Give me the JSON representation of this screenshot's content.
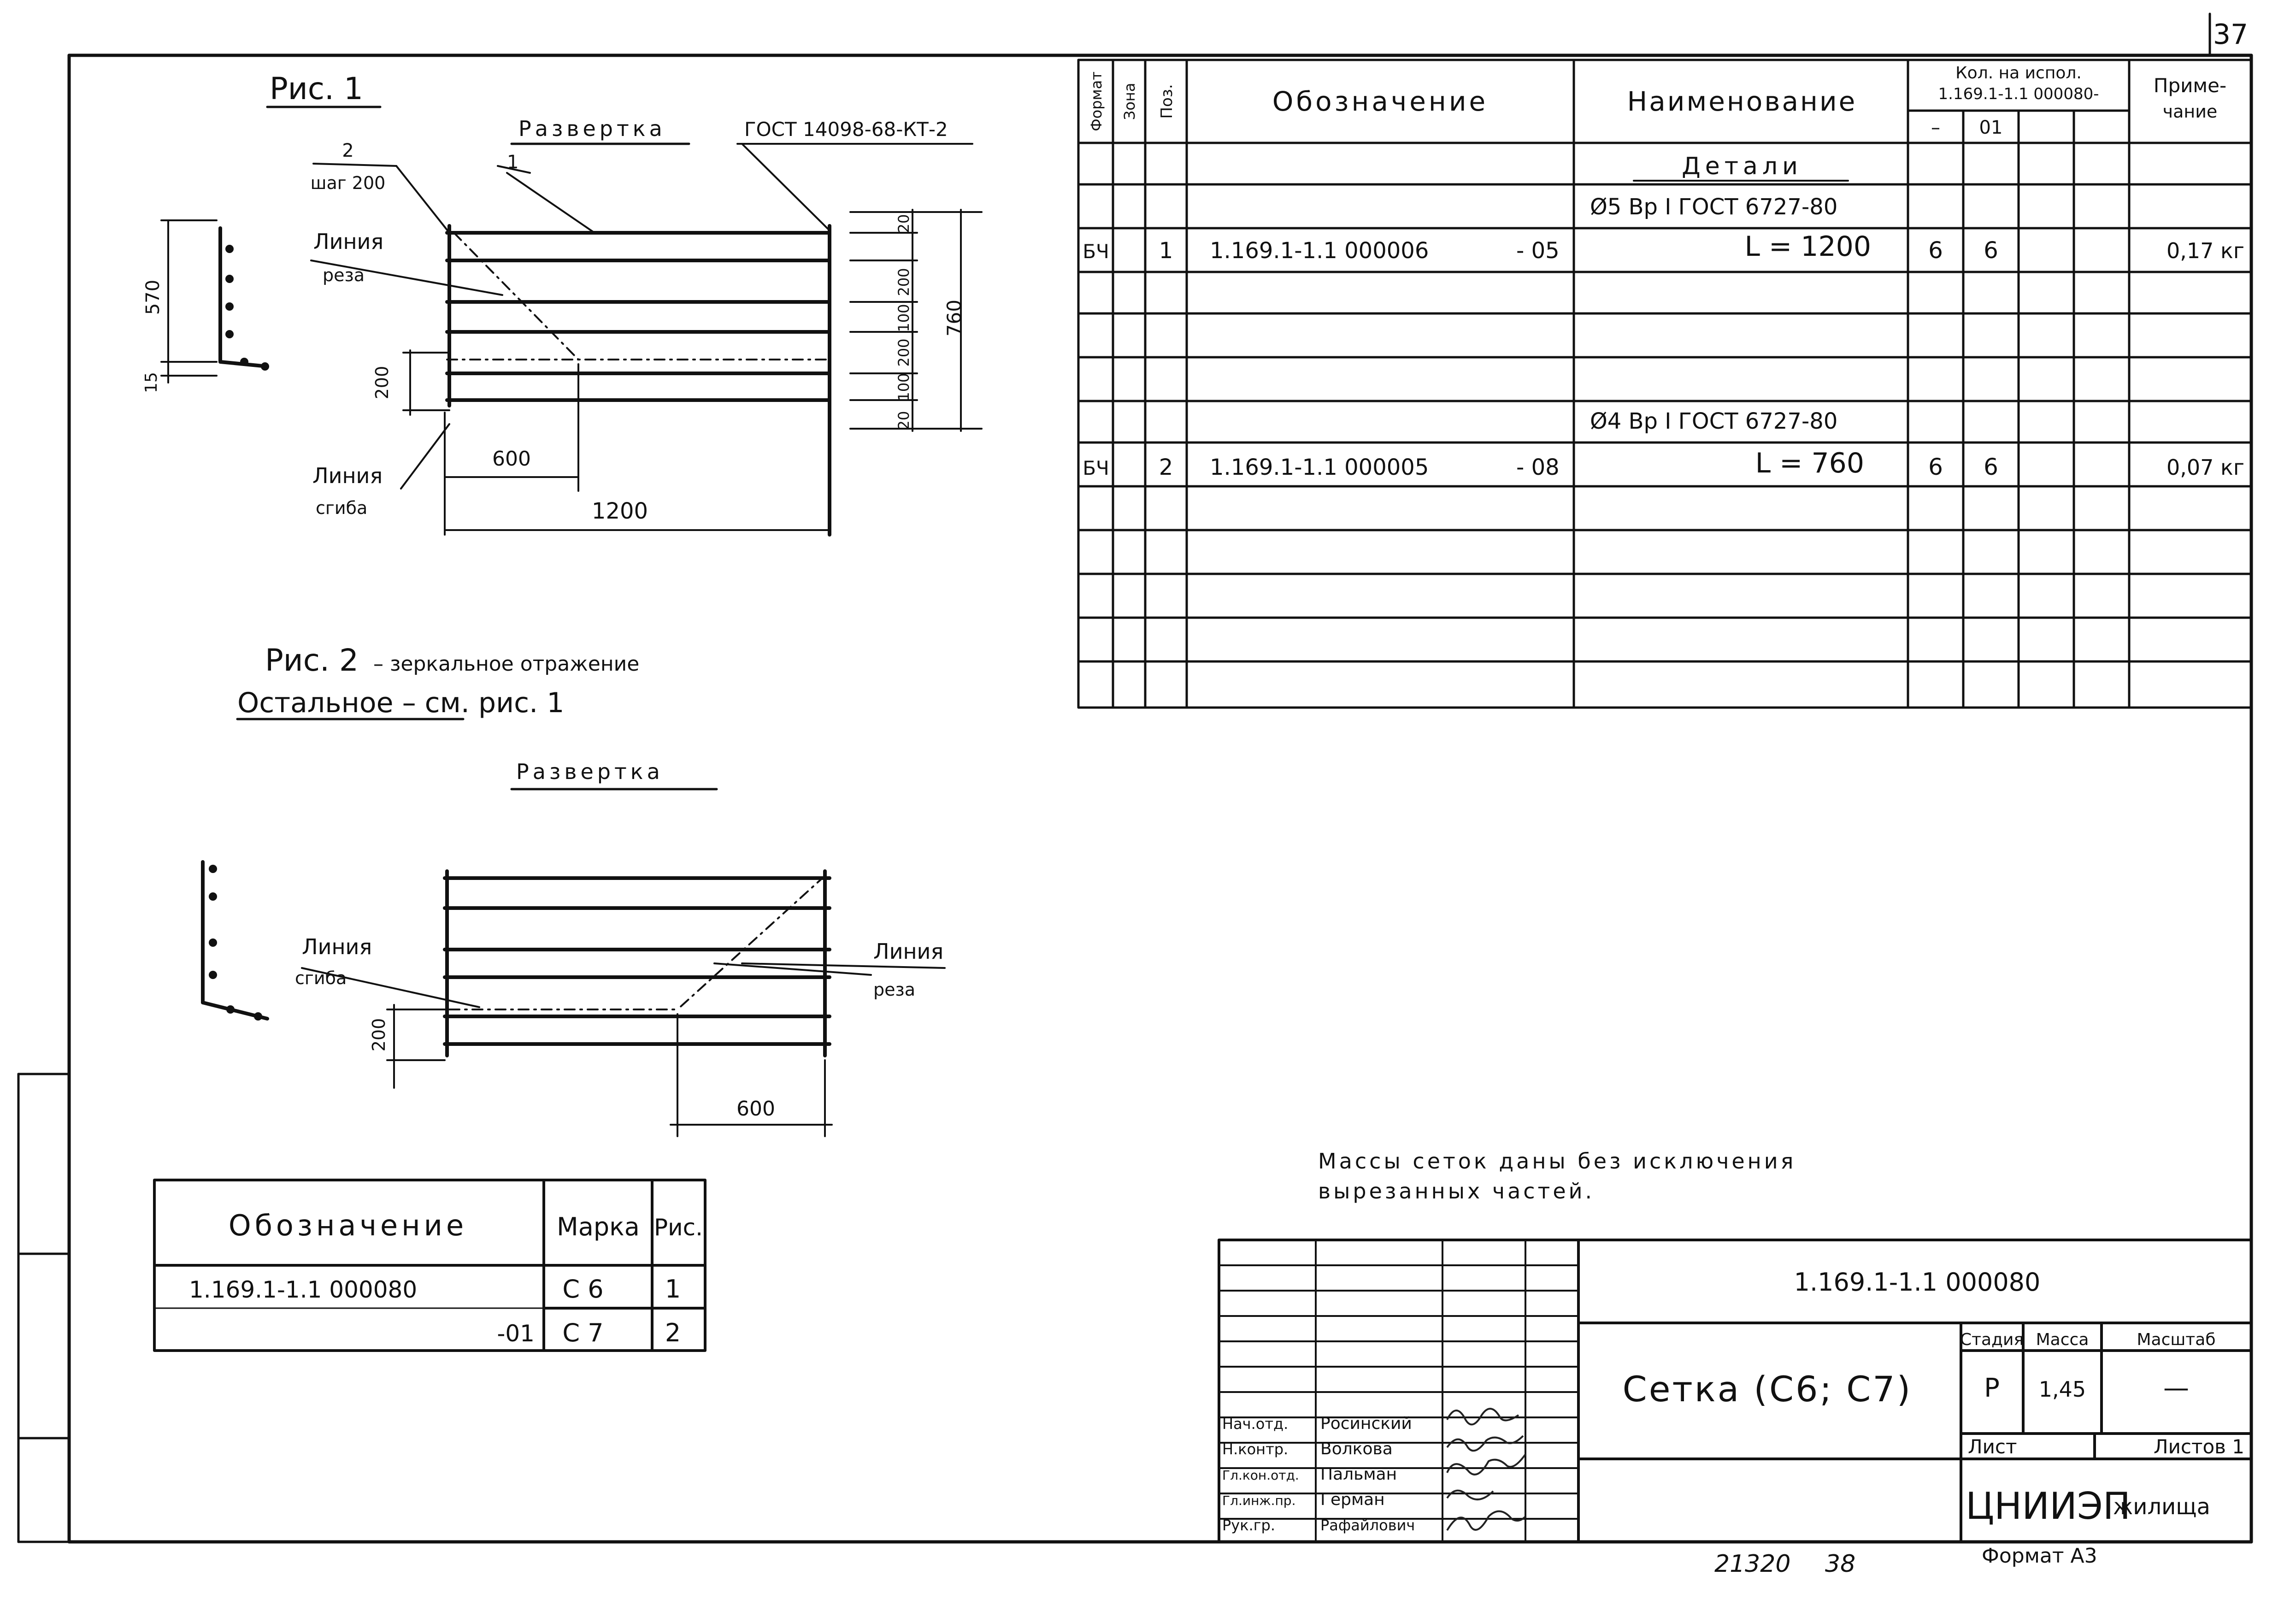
{
  "page_number": "37",
  "fig1": {
    "title": "Рис. 1",
    "unfold": "Развертка",
    "gost_weld": "ГОСТ 14098-68-КТ-2",
    "pos1": "1",
    "pos2": "2",
    "step": "шаг 200",
    "cut_line_1": "Линия",
    "cut_line_2": "реза",
    "bend_line_1": "Линия",
    "bend_line_2": "сгиба",
    "dim_570": "570",
    "dim_15": "15",
    "dim_200_left": "200",
    "dim_600": "600",
    "dim_1200": "1200",
    "dim_760": "760",
    "dims_right": [
      "20",
      "200",
      "100",
      "200",
      "100",
      "20"
    ]
  },
  "fig2": {
    "title": "Рис. 2",
    "subtitle": "– зеркальное отражение",
    "note": "Остальное – см. рис. 1",
    "unfold": "Развертка",
    "bend_line_1": "Линия",
    "bend_line_2": "сгиба",
    "cut_line_1": "Линия",
    "cut_line_2": "реза",
    "dim_200": "200",
    "dim_600": "600"
  },
  "spec": {
    "headers": {
      "format": "Формат",
      "zone": "Зона",
      "pos": "Поз.",
      "designation": "Обозначение",
      "name": "Наименование",
      "qty_line1": "Кол. на испол.",
      "qty_line2": "1.169.1-1.1 000080-",
      "qty_v1": "–",
      "qty_v2": "01",
      "note_line1": "Приме-",
      "note_line2": "чание"
    },
    "section": "Детали",
    "rows": [
      {
        "name": "Ø5 Вр I ГОСТ 6727-80"
      },
      {
        "format": "БЧ",
        "pos": "1",
        "designation": "1.169.1-1.1 000006",
        "suffix": "- 05",
        "name": "L = 1200",
        "q1": "6",
        "q2": "6",
        "note": "0,17 кг"
      },
      {
        "name": "Ø4 Вр I ГОСТ 6727-80"
      },
      {
        "format": "БЧ",
        "pos": "2",
        "designation": "1.169.1-1.1 000005",
        "suffix": "- 08",
        "name": "L = 760",
        "q1": "6",
        "q2": "6",
        "note": "0,07 кг"
      }
    ]
  },
  "marks_table": {
    "headers": {
      "designation": "Обозначение",
      "mark": "Марка",
      "fig": "Рис."
    },
    "rows": [
      {
        "designation": "1.169.1-1.1 000080",
        "mark": "С 6",
        "fig": "1"
      },
      {
        "designation": "-01",
        "mark": "С 7",
        "fig": "2"
      }
    ]
  },
  "note": {
    "line1": "Массы сеток даны без исключения",
    "line2": "вырезанных частей."
  },
  "title_block": {
    "code": "1.169.1-1.1 000080",
    "name": "Сетка (С6; С7)",
    "stage_label": "Стадия",
    "mass_label": "Масса",
    "scale_label": "Масштаб",
    "stage": "Р",
    "mass": "1,45",
    "scale": "—",
    "sheet_label": "Лист",
    "sheets_label": "Листов 1",
    "org_main": "ЦНИИЭП",
    "org_sub": "жилища",
    "roles": [
      {
        "role": "Нач.отд.",
        "person": "Росинский"
      },
      {
        "role": "Н.контр.",
        "person": "Волкова"
      },
      {
        "role": "Гл.кон.отд.",
        "person": "Пальман"
      },
      {
        "role": "Гл.инж.пр.",
        "person": "Герман"
      },
      {
        "role": "Рук.гр.",
        "person": "Рафайлович"
      }
    ]
  },
  "footer": {
    "inventory": "21320",
    "inventory_sheet": "38",
    "format": "Формат А3"
  }
}
